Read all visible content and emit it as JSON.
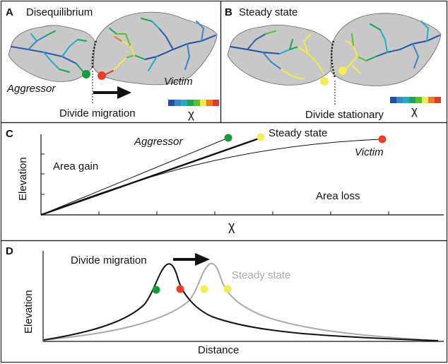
{
  "panels": {
    "a": {
      "letter": "A",
      "title": "Disequilibrium",
      "left_label": "Aggressor",
      "right_label": "Victim",
      "divide_label": "Divide migration",
      "chi_label": "χ"
    },
    "b": {
      "letter": "B",
      "title": "Steady state",
      "divide_label": "Divide stationary",
      "chi_label": "χ"
    },
    "c": {
      "letter": "C",
      "ylabel": "Elevation",
      "xlabel": "χ",
      "aggressor_label": "Aggressor",
      "steady_label": "Steady state",
      "victim_label": "Victim",
      "area_gain_label": "Area gain",
      "area_loss_label": "Area loss"
    },
    "d": {
      "letter": "D",
      "ylabel": "Elevation",
      "xlabel": "Distance",
      "migration_label": "Divide migration",
      "steady_label": "Steady state"
    }
  },
  "colors": {
    "aggressor_dot": "#1a9a3c",
    "victim_dot": "#e8402a",
    "steady_dot": "#f2ec58",
    "basin_fill": "#c8c8c8",
    "steady_profile": "#aaaaaa",
    "chi_scale": [
      "#1f4fa0",
      "#3b84c4",
      "#25a9c9",
      "#1aa35a",
      "#57c12e",
      "#f1ea4d",
      "#ee7b22",
      "#e23a2a"
    ]
  },
  "icons": {
    "migration_arrow": "right-arrow-icon"
  }
}
